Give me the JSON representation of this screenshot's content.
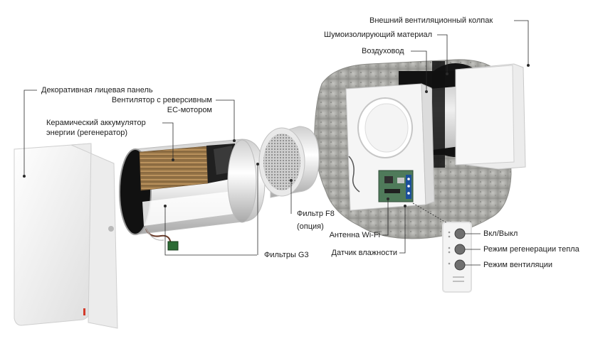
{
  "labels": {
    "outer_hood": "Внешний вентиляционный колпак",
    "insulation": "Шумоизолирующий материал",
    "air_duct": "Воздуховод",
    "front_panel": "Декоративная лицевая панель",
    "fan_line1": "Вентилятор с реверсивным",
    "fan_line2": "EC-мотором",
    "accumulator_line1": "Керамический аккумулятор",
    "accumulator_line2": "энергии (регенератор)",
    "filter_f8_line1": "Фильтр F8",
    "filter_f8_line2": "(опция)",
    "filters_g3": "Фильтры G3",
    "wifi_antenna": "Антенна Wi-Fi",
    "humidity_sensor": "Датчик влажности",
    "on_off": "Вкл/Выкл",
    "heat_recovery_mode": "Режим регенерации тепла",
    "ventilation_mode": "Режим вентиляции"
  },
  "colors": {
    "concrete": "#a9a9a5",
    "ceramic": "#b08a57",
    "panel": "#f2f2f2",
    "foam": "#141414",
    "board": "#4f7a5a",
    "led_red": "#d23a2a"
  }
}
